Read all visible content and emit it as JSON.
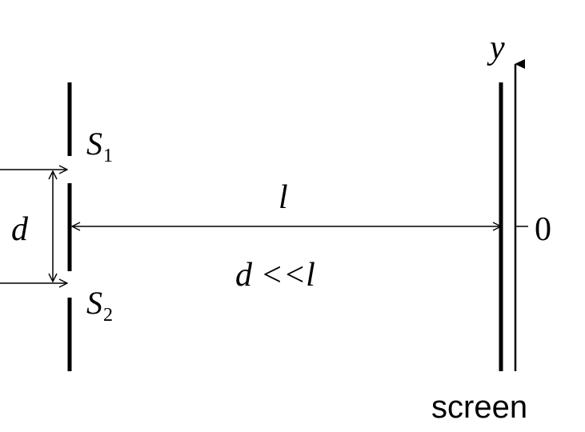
{
  "labels": {
    "s1_main": "S",
    "s1_sub": "1",
    "s2_main": "S",
    "s2_sub": "2",
    "slit_separation": "d",
    "distance": "l",
    "condition": "d <<l",
    "y_axis": "y",
    "origin": "0",
    "screen": "screen"
  },
  "colors": {
    "ink": "#000000",
    "background": "#ffffff"
  }
}
